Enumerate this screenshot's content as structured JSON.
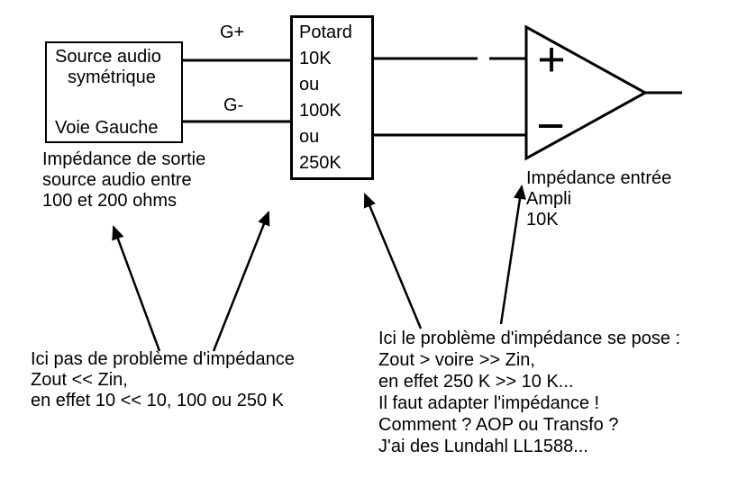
{
  "diagram": {
    "source_box": {
      "line1": "Source audio",
      "line2": "symétrique",
      "line3": "Voie Gauche"
    },
    "wires": {
      "g_plus": "G+",
      "g_minus": "G-"
    },
    "potard_box": {
      "lines": [
        "Potard",
        "10K",
        "ou",
        "100K",
        "ou",
        "250K"
      ]
    },
    "opamp": {
      "plus": "+",
      "minus": "−"
    },
    "notes": {
      "source_impedance": {
        "lines": [
          "Impédance de sortie",
          "source audio entre",
          "100 et 200 ohms"
        ]
      },
      "ampli_impedance": {
        "lines": [
          "Impédance entrée",
          "Ampli",
          "10K"
        ]
      },
      "no_problem": {
        "lines": [
          "Ici pas de problème d'impédance",
          "Zout << Zin,",
          "en effet 10 << 10, 100 ou 250 K"
        ]
      },
      "problem": {
        "lines": [
          "Ici le problème d'impédance se pose :",
          "Zout > voire >> Zin,",
          "en effet 250 K >> 10 K...",
          "Il faut adapter l'impédance !",
          "Comment ? AOP ou Transfo ?",
          "J'ai des Lundahl LL1588..."
        ]
      }
    },
    "colors": {
      "stroke": "#000000",
      "background": "#ffffff"
    }
  }
}
